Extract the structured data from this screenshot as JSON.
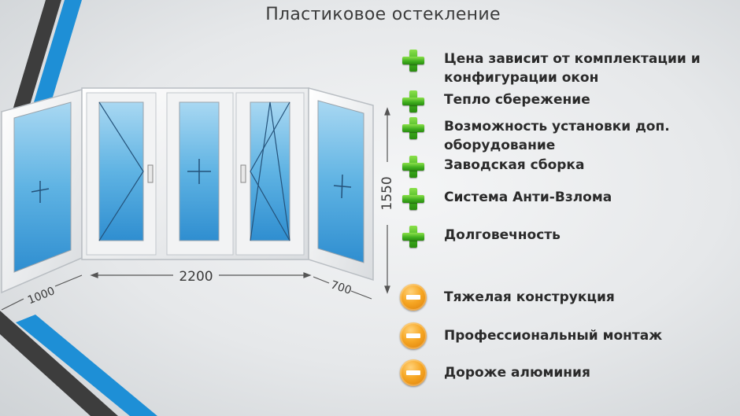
{
  "slide": {
    "title": "Пластиковое остекление"
  },
  "dimensions": {
    "left_width": "1000",
    "center_width": "2200",
    "right_width": "700",
    "height": "1550"
  },
  "pros": [
    {
      "text": "Цена зависит от комплектации и конфигурации окон",
      "icon": "plus-icon"
    },
    {
      "text": "Тепло сбережение",
      "icon": "plus-icon"
    },
    {
      "text": "Возможность установки доп. оборудование",
      "icon": "plus-icon"
    },
    {
      "text": "Заводская сборка",
      "icon": "plus-icon"
    },
    {
      "text": "Система Анти-Взлома",
      "icon": "plus-icon"
    },
    {
      "text": "Долговечность",
      "icon": "plus-icon"
    }
  ],
  "cons": [
    {
      "text": "Тяжелая конструкция",
      "icon": "minus-icon"
    },
    {
      "text": "Профессиональный монтаж",
      "icon": "minus-icon"
    },
    {
      "text": "Дороже алюминия",
      "icon": "minus-icon"
    }
  ],
  "colors": {
    "plus_green": "#3fae1e",
    "minus_orange": "#f6a623",
    "stripe_blue": "#1e90d8",
    "stripe_dark": "#3a3a3a"
  }
}
